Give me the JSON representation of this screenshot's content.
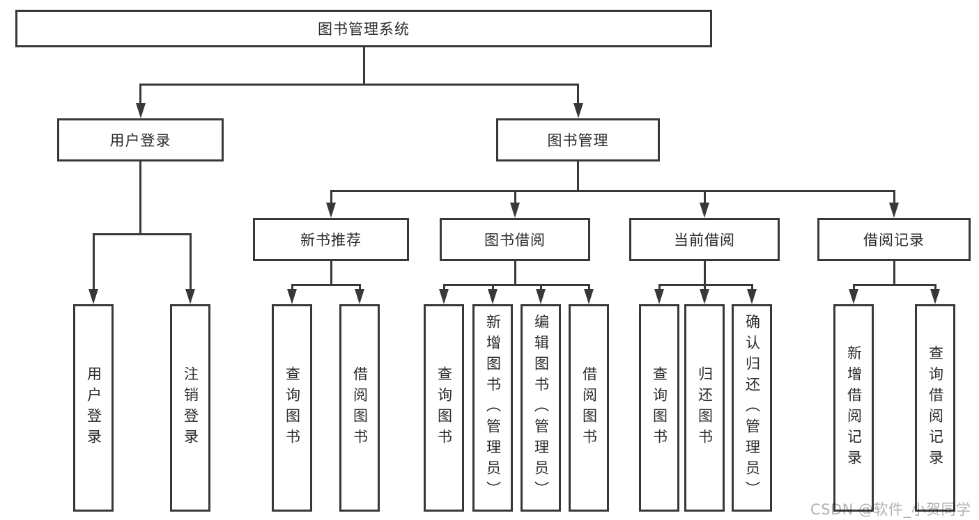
{
  "diagram_type": "hierarchy-tree",
  "colors": {
    "line": "#383838",
    "box_border": "#383838",
    "box_fill": "#ffffff",
    "text": "#2b2b2b",
    "watermark": "#b1b1b1",
    "background": "#ffffff"
  },
  "watermark": {
    "text": "CSDN @软件_小贺同学"
  },
  "tree": {
    "root": {
      "label": "图书管理系统",
      "children": [
        {
          "label": "用户登录",
          "children": [
            {
              "label": "用户登录"
            },
            {
              "label": "注销登录"
            }
          ]
        },
        {
          "label": "图书管理",
          "children": [
            {
              "label": "新书推荐",
              "children": [
                {
                  "label": "查询图书"
                },
                {
                  "label": "借阅图书"
                }
              ]
            },
            {
              "label": "图书借阅",
              "children": [
                {
                  "label": "查询图书"
                },
                {
                  "label": "新增图书（管理员）"
                },
                {
                  "label": "编辑图书（管理员）"
                },
                {
                  "label": "借阅图书"
                }
              ]
            },
            {
              "label": "当前借阅",
              "children": [
                {
                  "label": "查询图书"
                },
                {
                  "label": "归还图书"
                },
                {
                  "label": "确认归还（管理员）"
                }
              ]
            },
            {
              "label": "借阅记录",
              "children": [
                {
                  "label": "新增借阅记录"
                },
                {
                  "label": "查询借阅记录"
                }
              ]
            }
          ]
        }
      ]
    }
  }
}
